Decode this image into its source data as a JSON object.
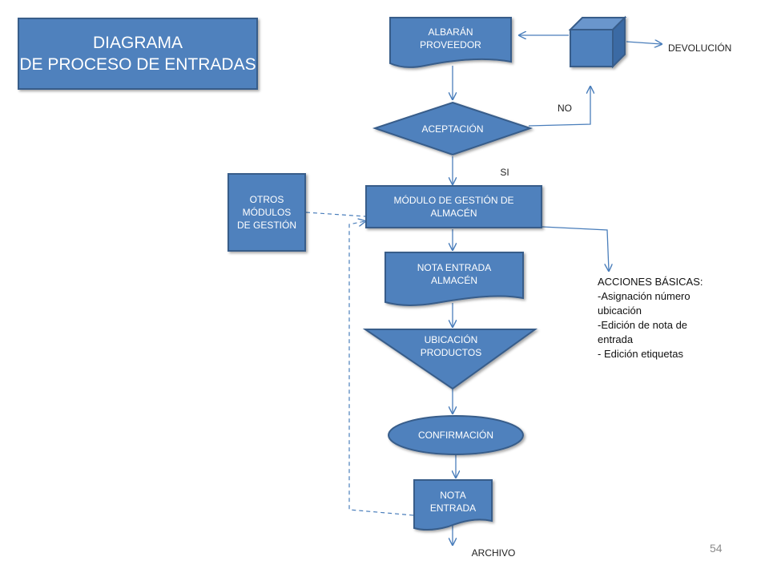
{
  "title": "DIAGRAMA\nDE PROCESO DE ENTRADAS",
  "nodes": {
    "albaran": "ALBARÁN\nPROVEEDOR",
    "aceptacion": "ACEPTACIÓN",
    "modulo": "MÓDULO DE GESTIÓN DE\nALMACÉN",
    "otros": "OTROS\nMÓDULOS\nDE GESTIÓN",
    "nota_entrada_almacen": "NOTA ENTRADA\nALMACÉN",
    "ubicacion": "UBICACIÓN\nPRODUCTOS",
    "confirmacion": "CONFIRMACIÓN",
    "nota_entrada": "NOTA\nENTRADA"
  },
  "labels": {
    "devolucion": "DEVOLUCIÓN",
    "no": "NO",
    "si": "SI",
    "archivo": "ARCHIVO"
  },
  "notes": "ACCIONES BÁSICAS:\n-Asignación número ubicación\n-Edición de nota de entrada\n- Edición etiquetas",
  "page_number": "54",
  "colors": {
    "fill": "#4f81bd",
    "stroke": "#385d8a",
    "arrow": "#4a7ebb"
  }
}
